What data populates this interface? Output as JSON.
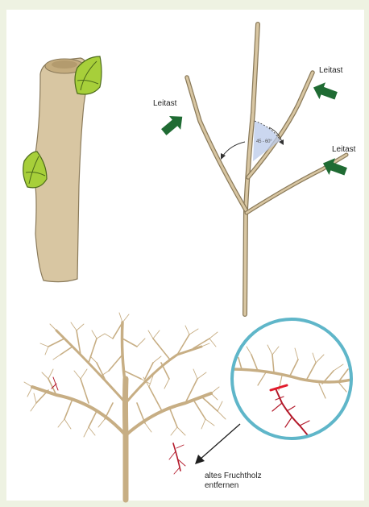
{
  "labels": {
    "leitast_left": "Leitast",
    "leitast_top_right": "Leitast",
    "leitast_right": "Leitast",
    "angle": "45 - 60°",
    "caption_line1": "altes Fruchtholz",
    "caption_line2": "entfernen"
  },
  "colors": {
    "background": "#eef2e2",
    "bark": "#d8c6a2",
    "bark_outline": "#8a7a5a",
    "bud_green": "#a7cf3a",
    "arrow_green": "#1f6b33",
    "old_wood_red": "#b3192a",
    "magnifier_ring": "#5fb6c9",
    "angle_fill": "#b9c9ea"
  },
  "icons": [
    "arrow-icon",
    "bud-icon",
    "magnifier-circle-icon"
  ]
}
